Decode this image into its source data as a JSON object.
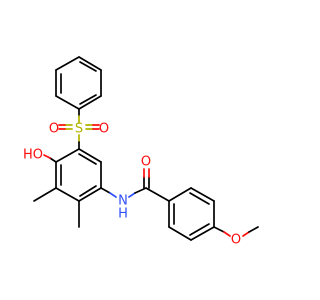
{
  "colors": {
    "bond": "#000000",
    "oxygen": "#ff0d0d",
    "sulfur": "#b2b200",
    "nitrogen": "#3050f8",
    "background": "#ffffff"
  },
  "atoms": {
    "sulfur_label": "S",
    "sulfonyl_o_left_label": "O",
    "sulfonyl_o_right_label": "O",
    "hydroxyl_label": "HO",
    "amide_nh_n_label": "N",
    "amide_nh_h_label": "H",
    "carbonyl_o_label": "O",
    "methoxy_o_label": "O"
  }
}
